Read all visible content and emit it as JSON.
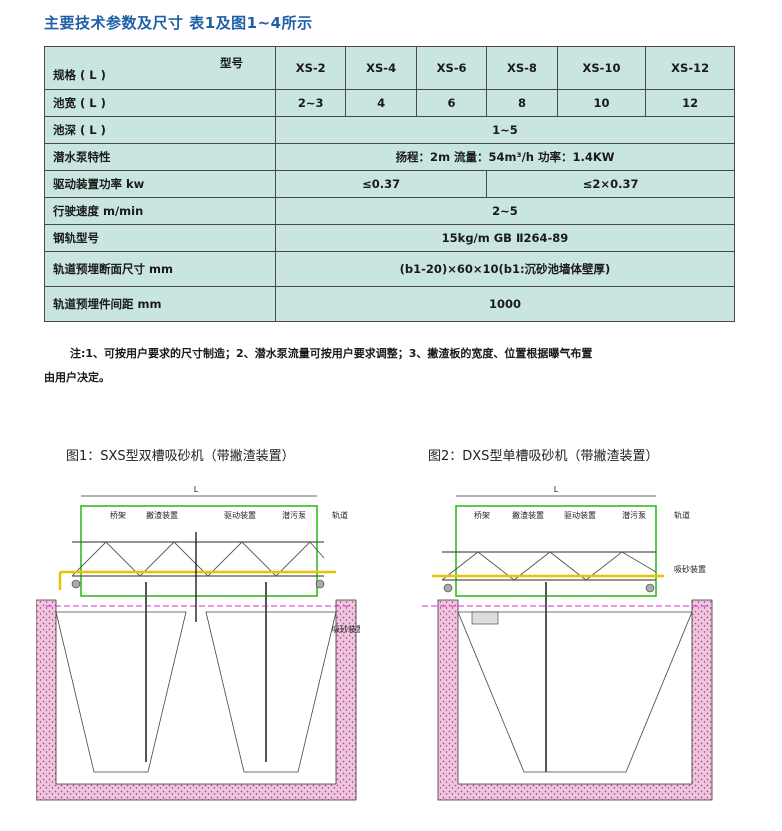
{
  "title": "主要技术参数及尺寸   表1及图1~4所示",
  "table": {
    "corner_top": "型号",
    "corner_bottom": "规格 ( L )",
    "models": [
      "XS-2",
      "XS-4",
      "XS-6",
      "XS-8",
      "XS-10",
      "XS-12"
    ],
    "rows": [
      {
        "label": "池宽 ( L )",
        "values": [
          "2~3",
          "4",
          "6",
          "8",
          "10",
          "12"
        ]
      },
      {
        "label": "池深 ( L )",
        "value": "1~5"
      },
      {
        "label": "潜水泵特性",
        "value": "扬程：2m  流量：54m³/h  功率：1.4KW"
      },
      {
        "label": "驱动装置功率 kw",
        "left": "≤0.37",
        "right": "≤2×0.37"
      },
      {
        "label": "行驶速度 m/min",
        "value": "2~5"
      },
      {
        "label": "钢轨型号",
        "value": "15kg/m GB Ⅱ264-89"
      },
      {
        "label": "轨道预埋断面尺寸  mm",
        "value": "(b1-20)×60×10(b1:沉砂池墙体壁厚)"
      },
      {
        "label": "轨道预埋件间距   mm",
        "value": "1000"
      }
    ]
  },
  "notes": {
    "line1": "注:1、可按用户要求的尺寸制造；2、潜水泵流量可按用户要求调整；3、撇渣板的宽度、位置根据曝气布置",
    "line2": "由用户决定。"
  },
  "figure1": {
    "caption": "图1：SXS型双槽吸砂机（带撇渣装置）",
    "dim": "L",
    "labels": {
      "bridge": "桥架",
      "skimmer": "撇渣装置",
      "drive": "驱动装置",
      "pump": "潜污泵",
      "rail": "轨道",
      "suction": "吸砂装置"
    }
  },
  "figure2": {
    "caption": "图2：DXS型单槽吸砂机（带撇渣装置）",
    "dim": "L",
    "labels": {
      "bridge": "桥架",
      "skimmer": "撇渣装置",
      "drive": "驱动装置",
      "pump": "潜污泵",
      "rail": "轨道",
      "suction": "吸砂装置"
    }
  },
  "colors": {
    "title": "#1f5fa8",
    "table_bg": "#c8e6df",
    "wall": "#e9b9d6",
    "frame_green": "#33bb22",
    "pipe_yellow": "#e8c400",
    "axis_magenta": "#d433c8"
  }
}
